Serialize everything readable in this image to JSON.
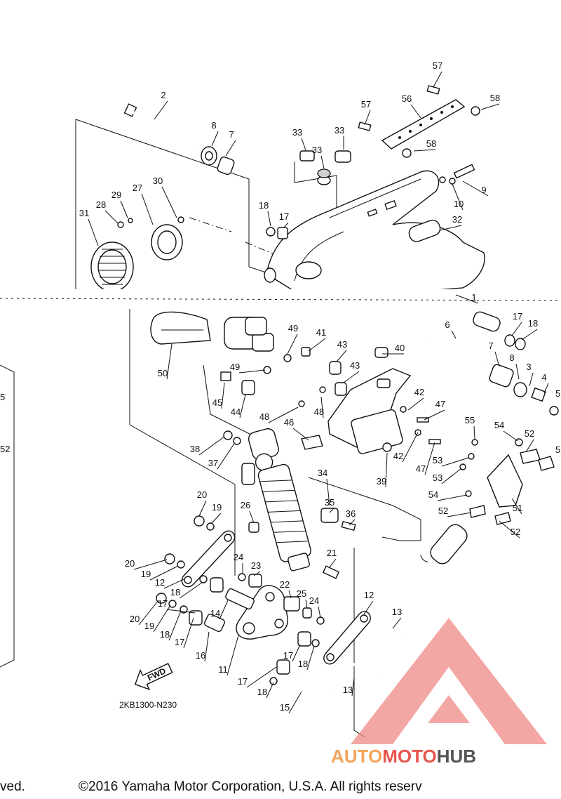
{
  "diagram": {
    "code": "2KB1300-N230",
    "fwd_label": "FWD",
    "copyright_left": "ved.",
    "copyright": "©2016 Yamaha Motor Corporation, U.S.A. All rights reserv",
    "edge_labels": [
      "5",
      "52",
      "5",
      "5"
    ]
  },
  "watermark": {
    "part1": "AUTO",
    "part2": "MOTO",
    "part3": "HUB",
    "color1": "#f4a55a",
    "color2": "#e8564f",
    "color3": "#555555",
    "logo_color": "#f08a86"
  },
  "callouts": [
    {
      "n": "2"
    },
    {
      "n": "8"
    },
    {
      "n": "7"
    },
    {
      "n": "33"
    },
    {
      "n": "33"
    },
    {
      "n": "33"
    },
    {
      "n": "56"
    },
    {
      "n": "57"
    },
    {
      "n": "57"
    },
    {
      "n": "58"
    },
    {
      "n": "58"
    },
    {
      "n": "9"
    },
    {
      "n": "10"
    },
    {
      "n": "31"
    },
    {
      "n": "28"
    },
    {
      "n": "29"
    },
    {
      "n": "27"
    },
    {
      "n": "30"
    },
    {
      "n": "18"
    },
    {
      "n": "17"
    },
    {
      "n": "32"
    },
    {
      "n": "1"
    },
    {
      "n": "17"
    },
    {
      "n": "18"
    },
    {
      "n": "6"
    },
    {
      "n": "7"
    },
    {
      "n": "8"
    },
    {
      "n": "3"
    },
    {
      "n": "4"
    },
    {
      "n": "50"
    },
    {
      "n": "49"
    },
    {
      "n": "41"
    },
    {
      "n": "43"
    },
    {
      "n": "40"
    },
    {
      "n": "43"
    },
    {
      "n": "49"
    },
    {
      "n": "45"
    },
    {
      "n": "44"
    },
    {
      "n": "48"
    },
    {
      "n": "48"
    },
    {
      "n": "42"
    },
    {
      "n": "47"
    },
    {
      "n": "46"
    },
    {
      "n": "42"
    },
    {
      "n": "47"
    },
    {
      "n": "39"
    },
    {
      "n": "55"
    },
    {
      "n": "54"
    },
    {
      "n": "52"
    },
    {
      "n": "53"
    },
    {
      "n": "53"
    },
    {
      "n": "54"
    },
    {
      "n": "51"
    },
    {
      "n": "52"
    },
    {
      "n": "52"
    },
    {
      "n": "38"
    },
    {
      "n": "37"
    },
    {
      "n": "34"
    },
    {
      "n": "35"
    },
    {
      "n": "36"
    },
    {
      "n": "20"
    },
    {
      "n": "19"
    },
    {
      "n": "26"
    },
    {
      "n": "21"
    },
    {
      "n": "20"
    },
    {
      "n": "19"
    },
    {
      "n": "12"
    },
    {
      "n": "18"
    },
    {
      "n": "24"
    },
    {
      "n": "23"
    },
    {
      "n": "17"
    },
    {
      "n": "22"
    },
    {
      "n": "25"
    },
    {
      "n": "24"
    },
    {
      "n": "14"
    },
    {
      "n": "12"
    },
    {
      "n": "13"
    },
    {
      "n": "20"
    },
    {
      "n": "19"
    },
    {
      "n": "18"
    },
    {
      "n": "17"
    },
    {
      "n": "16"
    },
    {
      "n": "11"
    },
    {
      "n": "17"
    },
    {
      "n": "18"
    },
    {
      "n": "17"
    },
    {
      "n": "18"
    },
    {
      "n": "15"
    },
    {
      "n": "13"
    }
  ]
}
